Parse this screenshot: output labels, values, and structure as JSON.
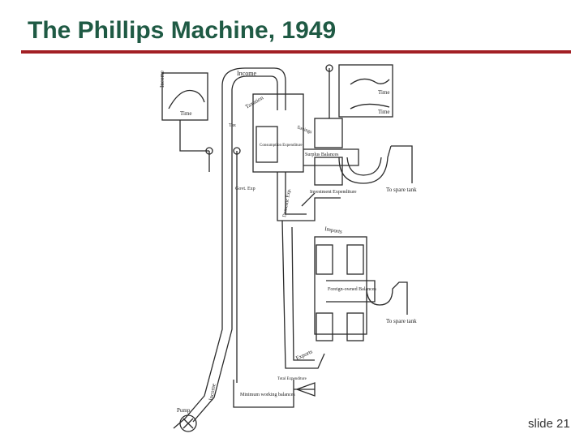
{
  "slide": {
    "title": "The Phillips Machine, 1949",
    "number": "slide 21"
  },
  "diagram": {
    "labels": {
      "income_top": "Income",
      "income_axis": "Income",
      "time_left": "Time",
      "time_right_top": "Time",
      "time_right_bottom": "Time",
      "taxation": "Taxation",
      "savings": "Savings",
      "tax": "Tax",
      "consumption_expenditure": "Consumption Expenditure",
      "surplus_balances": "Surplus Balances",
      "investment_expenditure": "Investment Expenditure",
      "govt_exp": "Govt. Exp",
      "domestic_exp": "Domestic Exp.",
      "to_spare_tank_1": "To spare tank",
      "imports": "Imports",
      "foreign_owned_balances": "Foreign-owned Balances",
      "to_spare_tank_2": "To spare tank",
      "exports": "Exports",
      "total_expenditure": "Total Expenditure",
      "minimum_working_balances": "Minimum working balances",
      "pump": "Pump",
      "income_bottom": "Income"
    }
  }
}
